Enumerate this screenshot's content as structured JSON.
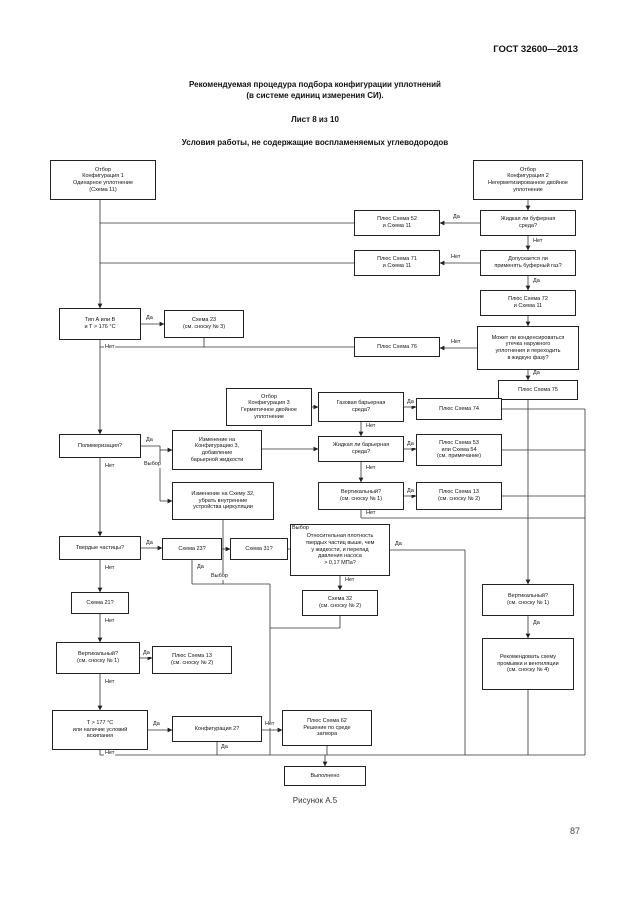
{
  "header": {
    "standard": "ГОСТ 32600—2013",
    "title": "Рекомендуемая процедура подбора конфигурации уплотнений\n(в системе единиц измерения СИ).",
    "sheet": "Лист 8 из 10",
    "condition": "Условия работы, не содержащие воспламеняемых углеводородов"
  },
  "footer": {
    "figure_caption": "Рисунок А.5",
    "page_number": "87"
  },
  "flowchart": {
    "labels": {
      "yes": "Да",
      "no": "Нет",
      "choice": "Выбор"
    },
    "nodes": {
      "start1": "Отбор\nКонфигурация 1\nОдинарное уплотнение\n(Схема 11)",
      "start2": "Отбор\nКонфигурация 2\nНегерметизированное двойное\nуплотнение",
      "q_buffer_liquid": "Жидкая ли буферная\nсреда?",
      "plus_52": "Плюс Схема 52\nи Схема 11",
      "q_buffer_gas": "Допускается ли\nприменять буферный газ?",
      "plus_71": "Плюс Схема 71\nи Схема 11",
      "plus_72": "Плюс Схема 72\nи Схема 11",
      "q_condense": "Может ли конденсироваться\nутечка наружного\nуплотнения и переходить\nв жидкую фазу?",
      "plus_76": "Плюс Схема 76",
      "plus_75": "Плюс Схема 75",
      "q_type_ab": "Тип А или В\nи Т > 176 °С",
      "plan_23_note3": "Схема 23\n(см. сноску № 3)",
      "start3": "Отбор\nКонфигурация 3\nГерметичное двойное\nуплотнение",
      "q_gas_barrier": "Газовая барьерная\nсреда?",
      "plus_74": "Плюс Схема 74",
      "q_liquid_barrier": "Жидкая ли барьерная\nсреда?",
      "plus_53_54": "Плюс Схема 53\nили Схема 54\n(см. примечание)",
      "q_vertical_mid": "Вертикальный?\n(см. сноску № 1)",
      "plus_13_mid": "Плюс Схема 13\n(см. сноску № 2)",
      "q_polymerizing": "Полимеризация?",
      "change_config3": "Изменение на\nКонфигурацию 3,\nдобавление\nбарьерной жидкости",
      "change_plan32": "Изменение на Схему 32,\nубрать внутренние\nустройства циркуляции",
      "q_solids": "Твердые частицы?",
      "q_plan23": "Схема 23?",
      "q_plan31": "Схема 31?",
      "q_density": "Относительная плотность\nтвердых частиц выше, чем\nу жидкости, и перепад\nдавления насоса\n> 0,17 МПа?",
      "plan_32_note2": "Схема 32\n(см. сноску № 2)",
      "q_plan21": "Схема 21?",
      "q_vertical_left": "Вертикальный?\n(см. сноску № 1)",
      "plus_13_left": "Плюс Схема 13\n(см. сноску № 2)",
      "q_temp": "Т > 177 °С\nили наличие условий\nвскипания",
      "q_config2": "Конфигурация 2?",
      "plus_62": "Плюс Схема 62\nРешение по среде\nзатвора",
      "done": "Выполнено",
      "q_vertical_right": "Вертикальный?\n(см. сноску № 1)",
      "recommend": "Рекомендовать схему\nпромывки и вентиляции\n(см. сноску № 4)"
    }
  }
}
